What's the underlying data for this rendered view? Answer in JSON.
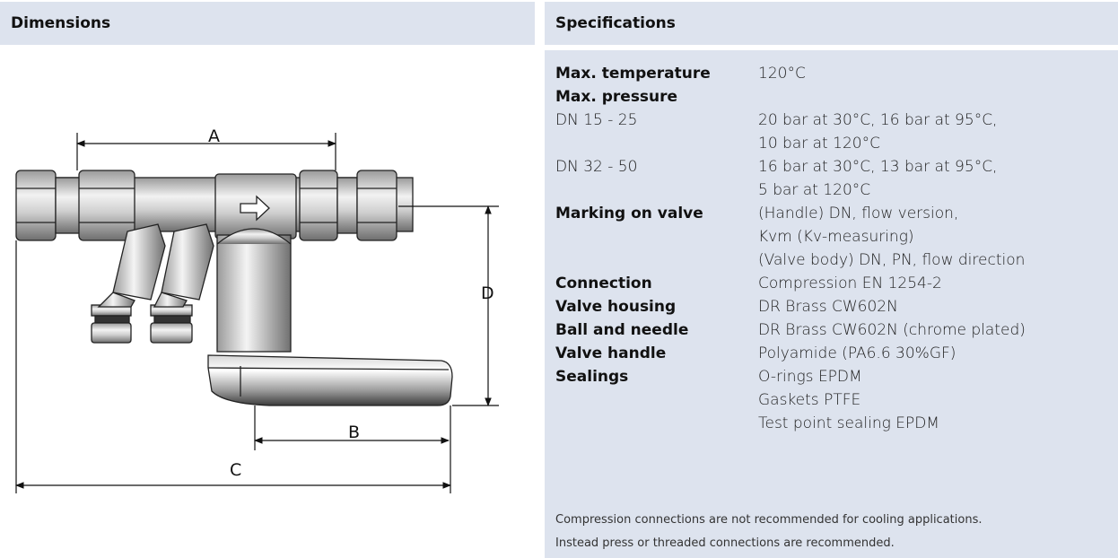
{
  "dimensions": {
    "title": "Dimensions",
    "labels": {
      "a": "A",
      "b": "B",
      "c": "C",
      "d": "D"
    }
  },
  "specifications": {
    "title": "Specifications",
    "rows": [
      {
        "label": "Max. temperature",
        "values": [
          "120°C"
        ]
      },
      {
        "label": "Max. pressure",
        "values": []
      },
      {
        "label": "DN 15 - 25",
        "values": [
          "20 bar at 30°C, 16 bar at 95°C,",
          "10 bar at 120°C"
        ]
      },
      {
        "label": "DN 32 - 50",
        "values": [
          "16 bar at 30°C, 13 bar at 95°C,",
          "5 bar at 120°C"
        ]
      },
      {
        "label": "Marking on valve",
        "values": [
          "(Handle) DN, flow version,",
          "Kvm (Kv-measuring)",
          "(Valve body) DN, PN, flow direction"
        ]
      },
      {
        "label": "Connection",
        "values": [
          "Compression EN 1254-2"
        ]
      },
      {
        "label": "Valve housing",
        "values": [
          "DR Brass CW602N"
        ]
      },
      {
        "label": "Ball and needle",
        "values": [
          "DR Brass CW602N (chrome plated)"
        ]
      },
      {
        "label": "Valve handle",
        "values": [
          "Polyamide (PA6.6 30%GF)"
        ]
      },
      {
        "label": "Sealings",
        "values": [
          "O-rings EPDM",
          "Gaskets PTFE",
          "Test point sealing EPDM"
        ]
      }
    ],
    "notes": [
      "Compression connections are not recommended for cooling applications.",
      "Instead press or threaded connections are recommended."
    ]
  }
}
